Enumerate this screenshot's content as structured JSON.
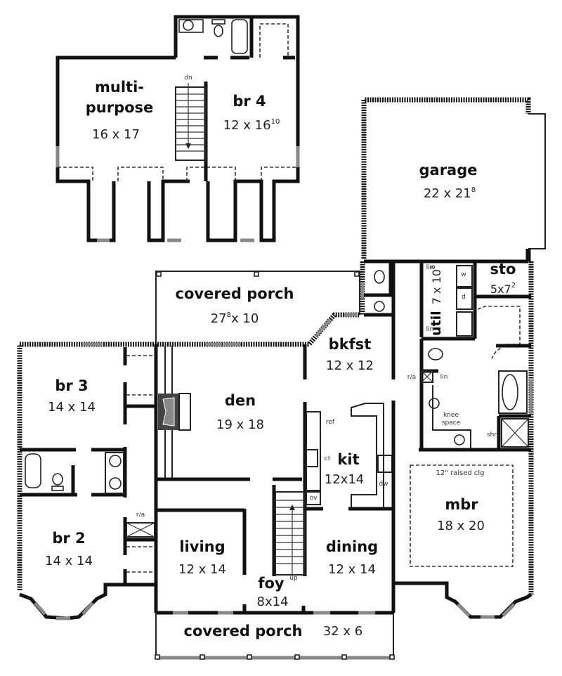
{
  "plan": {
    "upper_floor": {
      "multi_purpose": {
        "name_line1": "multi-",
        "name_line2": "purpose",
        "dim": "16 x 17"
      },
      "br4": {
        "name": "br 4",
        "dim": "12 x 16",
        "dim_sup": "10"
      },
      "stair_label": "dn"
    },
    "main_floor": {
      "garage": {
        "name": "garage",
        "dim": "22 x 21",
        "dim_sup": "8"
      },
      "sto": {
        "name": "sto",
        "dim": "5x7",
        "dim_sup": "2"
      },
      "util": {
        "name": "util",
        "dim": "7 x 10",
        "dim_sup": "8"
      },
      "covered_porch_rear": {
        "name": "covered porch",
        "dim_a": "27",
        "dim_sup": "8",
        "dim_b": "x 10"
      },
      "bkfst": {
        "name": "bkfst",
        "dim": "12 x 12"
      },
      "br3": {
        "name": "br 3",
        "dim": "14 x 14"
      },
      "den": {
        "name": "den",
        "dim": "19 x 18"
      },
      "kit": {
        "name": "kit",
        "dim": "12x14"
      },
      "mbr": {
        "name": "mbr",
        "dim": "18 x 20",
        "note": "12\" raised clg"
      },
      "br2": {
        "name": "br 2",
        "dim": "14 x 14"
      },
      "living": {
        "name": "living",
        "dim": "12 x 14"
      },
      "dining": {
        "name": "dining",
        "dim": "12 x 14"
      },
      "foy": {
        "name": "foy",
        "dim": "8x14",
        "stair_label": "up"
      },
      "covered_porch_front": {
        "name": "covered porch",
        "dim": "32 x 6"
      },
      "fixture_labels": {
        "lin": "lin",
        "w": "w",
        "d": "d",
        "ra": "r/a",
        "knee_space_1": "knee",
        "knee_space_2": "space",
        "shr": "shr",
        "ref": "ref",
        "ct": "ct",
        "ov": "ov",
        "dw": "dw"
      }
    }
  }
}
